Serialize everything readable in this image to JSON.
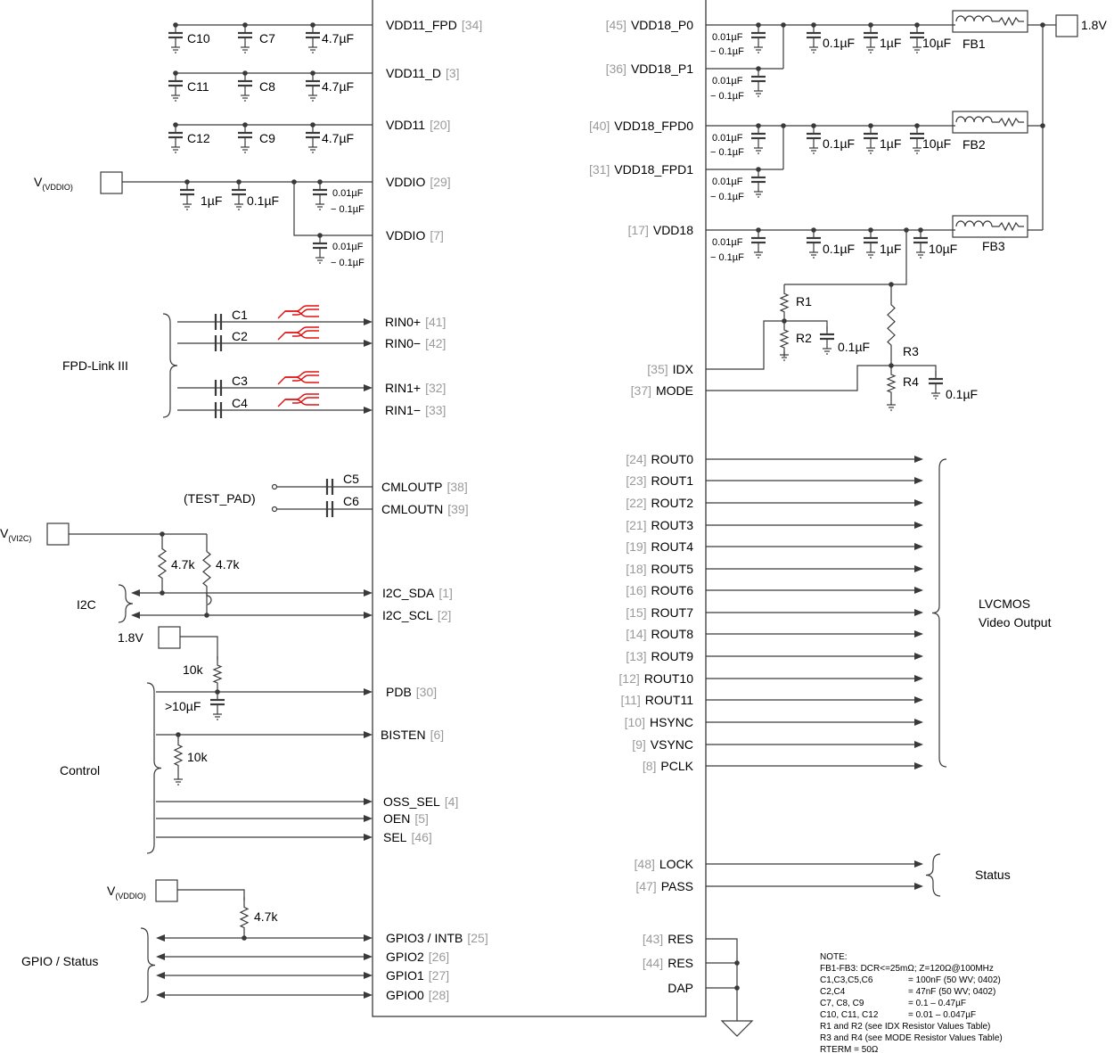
{
  "chip": {
    "left_pins": [
      {
        "name": "VDD11_FPD",
        "num": "[34]"
      },
      {
        "name": "VDD11_D",
        "num": "[3]"
      },
      {
        "name": "VDD11",
        "num": "[20]"
      },
      {
        "name": "VDDIO",
        "num": "[29]"
      },
      {
        "name": "VDDIO",
        "num": "[7]"
      },
      {
        "name": "RIN0+",
        "num": "[41]"
      },
      {
        "name": "RIN0−",
        "num": "[42]"
      },
      {
        "name": "RIN1+",
        "num": "[32]"
      },
      {
        "name": "RIN1−",
        "num": "[33]"
      },
      {
        "name": "CMLOUTP",
        "num": "[38]"
      },
      {
        "name": "CMLOUTN",
        "num": "[39]"
      },
      {
        "name": "I2C_SDA",
        "num": "[1]"
      },
      {
        "name": "I2C_SCL",
        "num": "[2]"
      },
      {
        "name": "PDB",
        "num": "[30]"
      },
      {
        "name": "BISTEN",
        "num": "[6]"
      },
      {
        "name": "OSS_SEL",
        "num": "[4]"
      },
      {
        "name": "OEN",
        "num": "[5]"
      },
      {
        "name": "SEL",
        "num": "[46]"
      },
      {
        "name": "GPIO3 / INTB",
        "num": "[25]"
      },
      {
        "name": "GPIO2",
        "num": "[26]"
      },
      {
        "name": "GPIO1",
        "num": "[27]"
      },
      {
        "name": "GPIO0",
        "num": "[28]"
      }
    ],
    "right_pins": [
      {
        "name": "VDD18_P0",
        "num": "[45]"
      },
      {
        "name": "VDD18_P1",
        "num": "[36]"
      },
      {
        "name": "VDD18_FPD0",
        "num": "[40]"
      },
      {
        "name": "VDD18_FPD1",
        "num": "[31]"
      },
      {
        "name": "VDD18",
        "num": "[17]"
      },
      {
        "name": "IDX",
        "num": "[35]"
      },
      {
        "name": "MODE",
        "num": "[37]"
      },
      {
        "name": "ROUT0",
        "num": "[24]"
      },
      {
        "name": "ROUT1",
        "num": "[23]"
      },
      {
        "name": "ROUT2",
        "num": "[22]"
      },
      {
        "name": "ROUT3",
        "num": "[21]"
      },
      {
        "name": "ROUT4",
        "num": "[19]"
      },
      {
        "name": "ROUT5",
        "num": "[18]"
      },
      {
        "name": "ROUT6",
        "num": "[16]"
      },
      {
        "name": "ROUT7",
        "num": "[15]"
      },
      {
        "name": "ROUT8",
        "num": "[14]"
      },
      {
        "name": "ROUT9",
        "num": "[13]"
      },
      {
        "name": "ROUT10",
        "num": "[12]"
      },
      {
        "name": "ROUT11",
        "num": "[11]"
      },
      {
        "name": "HSYNC",
        "num": "[10]"
      },
      {
        "name": "VSYNC",
        "num": "[9]"
      },
      {
        "name": "PCLK",
        "num": "[8]"
      },
      {
        "name": "LOCK",
        "num": "[48]"
      },
      {
        "name": "PASS",
        "num": "[47]"
      },
      {
        "name": "RES",
        "num": "[43]"
      },
      {
        "name": "RES",
        "num": "[44]"
      },
      {
        "name": "DAP",
        "num": ""
      }
    ]
  },
  "labels": {
    "c10": "C10",
    "c7": "C7",
    "c11": "C11",
    "c8": "C8",
    "c12": "C12",
    "c9": "C9",
    "uf47": "4.7µF",
    "vvddio_main": "V",
    "vvddio_sub": "(VDDIO)",
    "uf1": "1µF",
    "uf01": "0.1µF",
    "uf10": "10µF",
    "range_a": "0.01µF",
    "range_b": "− 0.1µF",
    "fb1": "FB1",
    "fb2": "FB2",
    "fb3": "FB3",
    "v18": "1.8V",
    "r1": "R1",
    "r2": "R2",
    "r3": "R3",
    "r4": "R4",
    "c1": "C1",
    "c2": "C2",
    "c3": "C3",
    "c4": "C4",
    "c5": "C5",
    "c6": "C6",
    "fpd_link": "FPD-Link III",
    "test_pad": "(TEST_PAD)",
    "vi2c_main": "V",
    "vi2c_sub": "(VI2C)",
    "k47": "4.7k",
    "i2c": "I2C",
    "k10": "10k",
    "gt10uf": ">10µF",
    "control": "Control",
    "gpio_status": "GPIO / Status",
    "lvcmos_1": "LVCMOS",
    "lvcmos_2": "Video Output",
    "status": "Status"
  },
  "note": [
    "NOTE:",
    "FB1-FB3: DCR<=25mΩ; Z=120Ω@100MHz",
    "C1,C3,C5,C6",
    "= 100nF (50 WV; 0402)",
    "C2,C4",
    "= 47nF (50 WV; 0402)",
    "C7, C8, C9",
    "= 0.1 – 0.47µF",
    "C10, C11, C12",
    "= 0.01 – 0.047µF",
    "R1 and R2 (see IDX Resistor Values Table)",
    "R3 and R4 (see MODE Resistor Values Table)",
    "RTERM = 50Ω"
  ]
}
